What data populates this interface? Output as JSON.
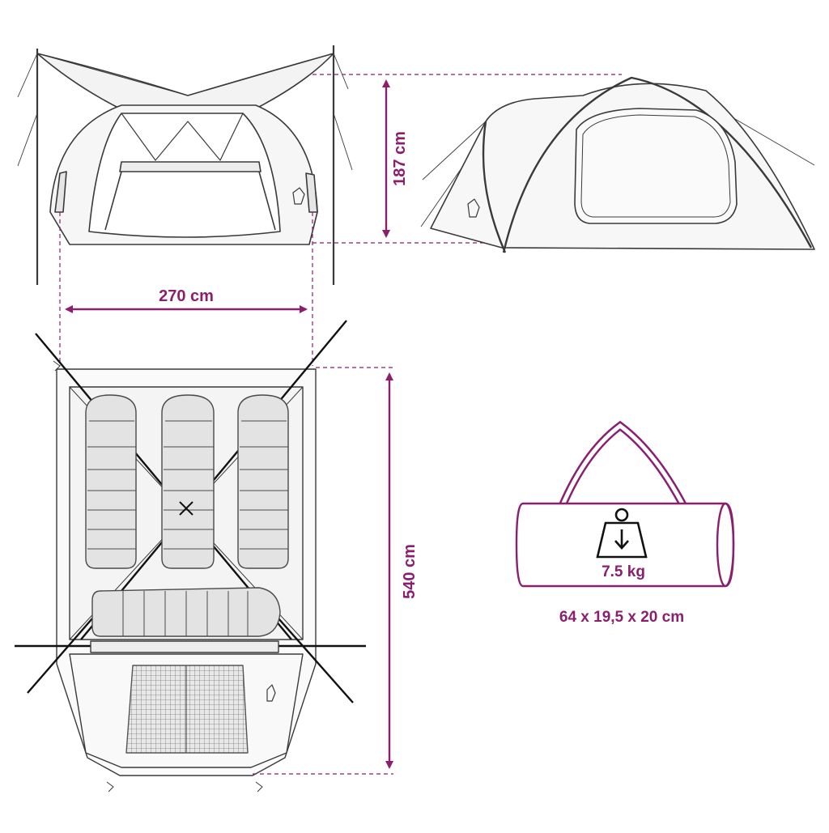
{
  "dimensions": {
    "height": "187 cm",
    "width": "270 cm",
    "length": "540 cm"
  },
  "bag": {
    "weight": "7.5 kg",
    "size": "64 x 19,5 x 20 cm"
  },
  "colors": {
    "accent": "#8a1f6e",
    "line": "#3a3a3a",
    "fill_light": "#f2f2f2",
    "fill_mid": "#d9d9d9"
  },
  "icons": {
    "weight_icon": "weight-icon",
    "logo": "brand-logo-icon"
  }
}
